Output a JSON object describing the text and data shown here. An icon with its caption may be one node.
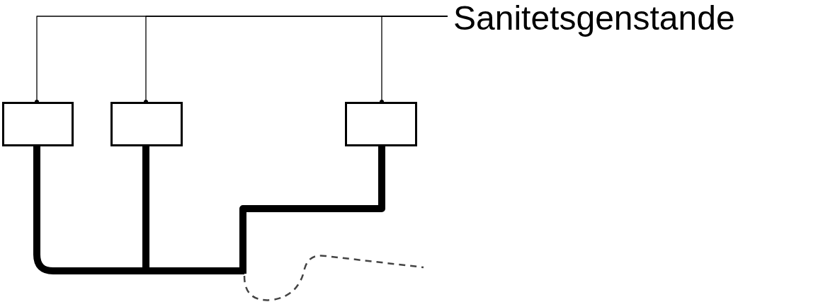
{
  "diagram": {
    "nodes": [
      {
        "text": [
          "Sanitetsgenstande"
        ]
      },
      {
        "text": [],
        "shape": "box"
      },
      {
        "text": [],
        "shape": "box"
      },
      {
        "text": [],
        "shape": "box"
      }
    ],
    "edges": [
      {
        "from": 0,
        "to": 1,
        "arrow": "other"
      },
      {
        "from": 0,
        "to": 2,
        "arrow": "other"
      },
      {
        "from": 0,
        "to": 3,
        "arrow": "other"
      },
      {
        "from": 1,
        "to": null,
        "arrow": "none",
        "style": "thick"
      },
      {
        "from": 2,
        "to": null,
        "arrow": "none",
        "style": "thick"
      },
      {
        "from": 3,
        "to": null,
        "arrow": "none",
        "style": "thick"
      }
    ]
  }
}
